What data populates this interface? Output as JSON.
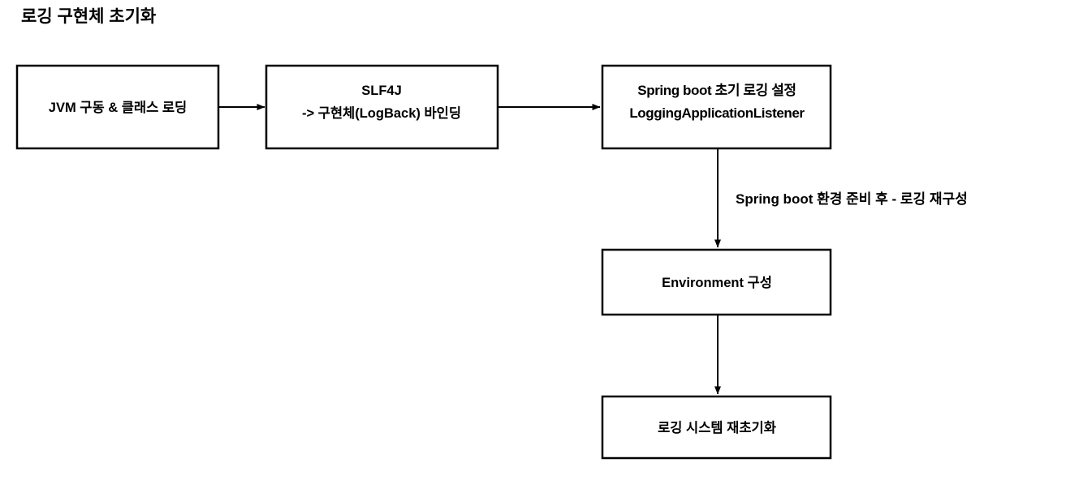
{
  "diagram": {
    "title": "로깅 구현체 초기화",
    "background_color": "#ffffff",
    "line_color": "#000000",
    "text_color": "#000000",
    "nodes": [
      {
        "id": "jvm-start",
        "lines": [
          "JVM 구동 & 클래스 로딩"
        ]
      },
      {
        "id": "slf4j-binding",
        "lines": [
          "SLF4J",
          "-> 구현체(LogBack) 바인딩"
        ]
      },
      {
        "id": "spring-boot-initial-logging",
        "lines": [
          "Spring boot 초기 로깅 설정",
          "LoggingApplicationListener"
        ]
      },
      {
        "id": "environment-setup",
        "lines": [
          "Environment 구성"
        ]
      },
      {
        "id": "logging-system-reinit",
        "lines": [
          "로깅 시스템 재초기화"
        ]
      }
    ],
    "edges": [
      {
        "id": "edge-jvm-to-slf4j",
        "label": ""
      },
      {
        "id": "edge-slf4j-to-springboot",
        "label": ""
      },
      {
        "id": "edge-springboot-to-environment",
        "label": "Spring boot 환경 준비 후 - 로깅 재구성"
      },
      {
        "id": "edge-environment-to-reinit",
        "label": ""
      }
    ]
  }
}
